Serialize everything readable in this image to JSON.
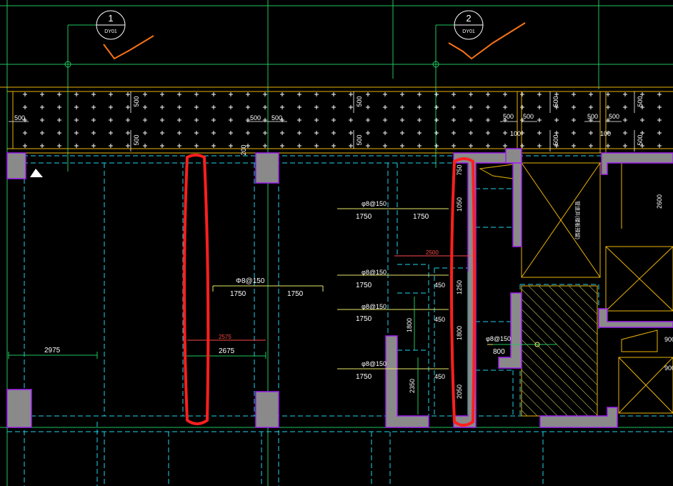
{
  "colors": {
    "background": "#000000",
    "grid": "#22c55e",
    "wall": "#eab308",
    "dim_text": "#ffffff",
    "dashed": "#22d3ee",
    "column_fill": "#8a8a8a",
    "column_edge": "#a020f0",
    "highlight": "#ff1f1f",
    "leader": "#f97316",
    "hatch": "#e9e96a",
    "axis_label_red": "#ff4a4a"
  },
  "axis_markers": [
    {
      "number": "1",
      "code": "DY01"
    },
    {
      "number": "2",
      "code": "DY01"
    }
  ],
  "rebar": {
    "spec": "Φ8@150",
    "small_text": "φ8@150"
  },
  "labels": {
    "d500": "500",
    "d200": "200",
    "d100": "100",
    "d2975": "2975",
    "d2575": "2575",
    "d2675": "2675",
    "d1750": "1750",
    "d2500": "2500",
    "d1250": "1250",
    "d1800": "1800",
    "d450": "450",
    "d2350": "2350",
    "d2050": "2050",
    "d1050": "1050",
    "d750": "750",
    "d800": "800",
    "d2600": "2600",
    "d900": "900",
    "shaft": "管道井(楼板预留)"
  }
}
